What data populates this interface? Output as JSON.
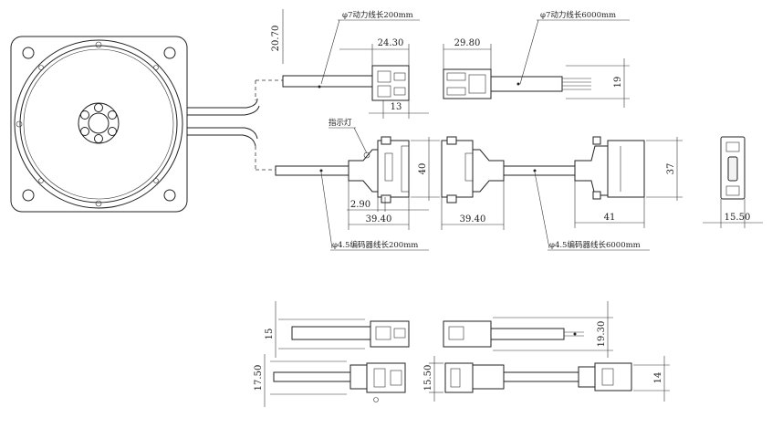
{
  "labels": {
    "power_cable_200": "φ7动力线长200mm",
    "power_cable_6000": "φ7动力线长6000mm",
    "indicator": "指示灯",
    "encoder_cable_200": "φ4.5编码器线长200mm",
    "encoder_cable_6000": "φ4.5编码器线长6000mm"
  },
  "dims": {
    "d20_70": "20.70",
    "d24_30": "24.30",
    "d29_80": "29.80",
    "d19": "19",
    "d13": "13",
    "d40": "40",
    "d37": "37",
    "d2_90": "2.90",
    "d39_40_left": "39.40",
    "d39_40_right": "39.40",
    "d41": "41",
    "d15_50_top": "15.50",
    "d15": "15",
    "d19_30": "19.30",
    "d17_50": "17.50",
    "d15_50_bottom": "15.50",
    "d14": "14"
  }
}
